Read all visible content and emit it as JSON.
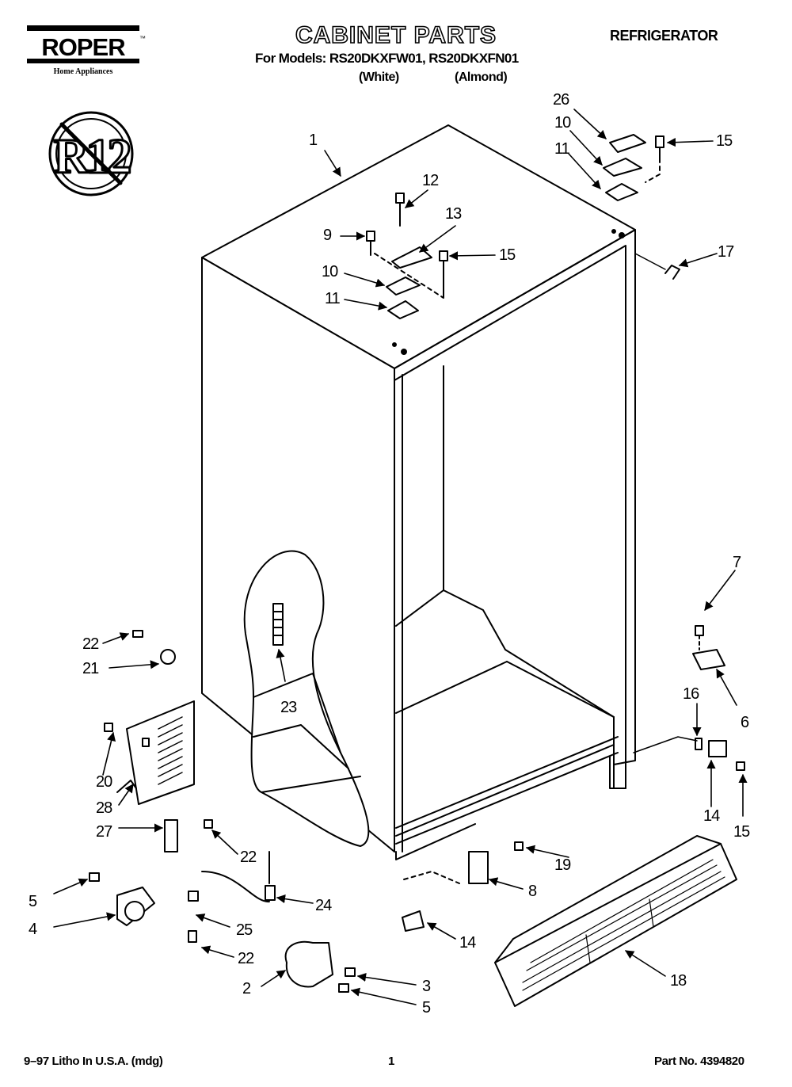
{
  "header": {
    "brand": "ROPER",
    "brand_tm": "™",
    "brand_sub": "Home Appliances",
    "title": "CABINET PARTS",
    "product": "REFRIGERATOR",
    "models_line": "For Models: RS20DKXFW01, RS20DKXFN01",
    "color_1": "(White)",
    "color_2": "(Almond)"
  },
  "badge": {
    "text": "R12",
    "icon": "no-r12-icon"
  },
  "callouts": {
    "c1": "1",
    "c2": "2",
    "c3": "3",
    "c4": "4",
    "c5a": "5",
    "c5b": "5",
    "c6": "6",
    "c7": "7",
    "c8": "8",
    "c9": "9",
    "c10a": "10",
    "c10b": "10",
    "c11a": "11",
    "c11b": "11",
    "c12": "12",
    "c13": "13",
    "c14a": "14",
    "c14b": "14",
    "c15a": "15",
    "c15b": "15",
    "c15c": "15",
    "c16": "16",
    "c17": "17",
    "c18": "18",
    "c19": "19",
    "c20": "20",
    "c21": "21",
    "c22a": "22",
    "c22b": "22",
    "c22c": "22",
    "c23": "23",
    "c24": "24",
    "c25": "25",
    "c26": "26",
    "c27": "27",
    "c28": "28"
  },
  "footer": {
    "print_info": "9–97 Litho In U.S.A. (mdg)",
    "page_number": "1",
    "part_number": "Part No. 4394820"
  }
}
